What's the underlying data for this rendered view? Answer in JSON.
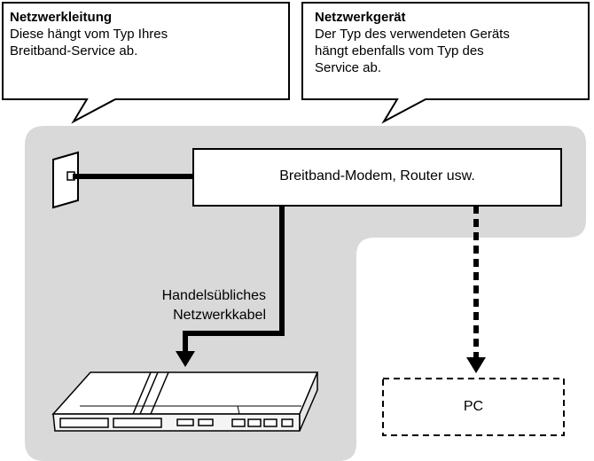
{
  "callouts": [
    {
      "title": "Netzwerkleitung",
      "lines": [
        "Diese hängt vom Typ Ihres",
        "Breitband-Service ab."
      ]
    },
    {
      "title": "Netzwerkgerät",
      "lines": [
        "Der Typ des verwendeten Geräts",
        "hängt ebenfalls vom Typ des",
        "Service ab."
      ]
    }
  ],
  "modem": {
    "label": "Breitband-Modem, Router usw."
  },
  "cable": {
    "lines": [
      "Handelsübliches",
      "Netzwerkkabel"
    ]
  },
  "pc": {
    "label": "PC"
  },
  "colors": {
    "region": "#d9d9d9",
    "line": "#000000",
    "box_fill": "#ffffff"
  },
  "icons": {
    "wall_jack": "network-wall-outlet-icon",
    "console": "game-console-icon"
  }
}
